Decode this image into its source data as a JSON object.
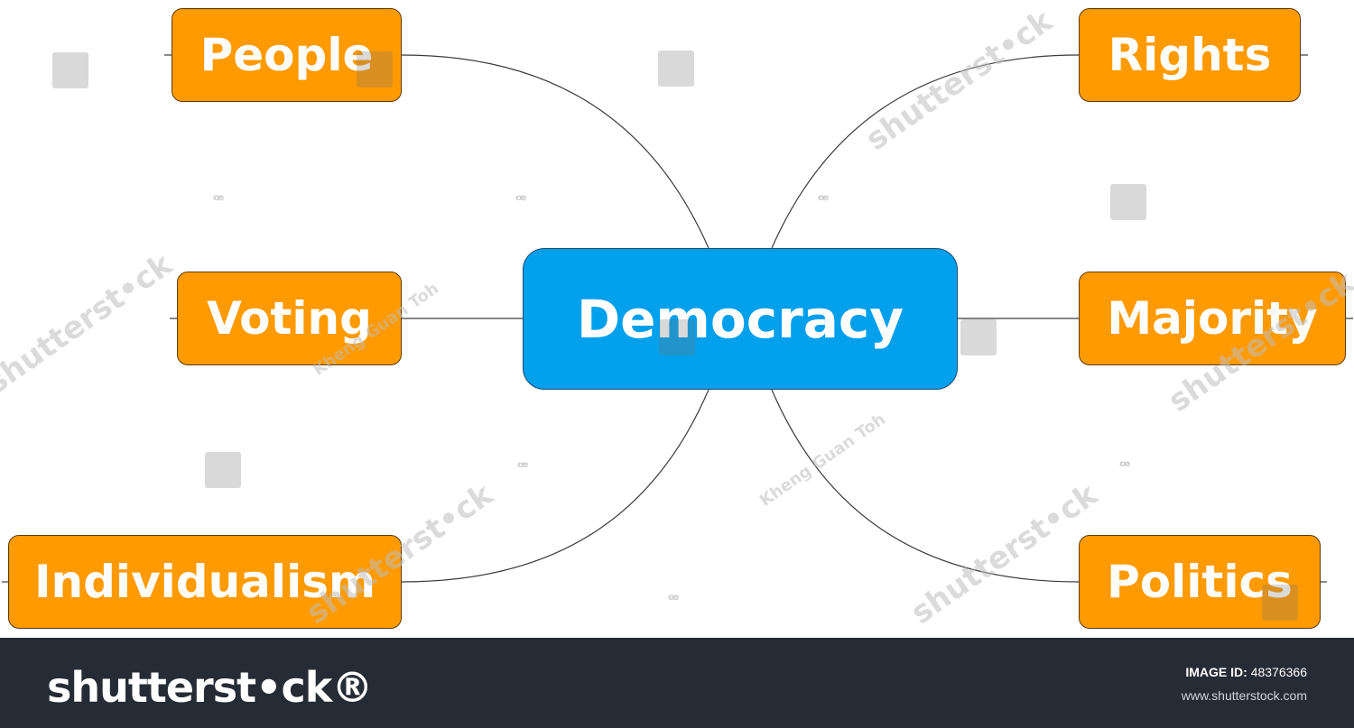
{
  "diagram": {
    "center": {
      "label": "Democracy",
      "color": "#00a0ec"
    },
    "nodes": [
      {
        "label": "People"
      },
      {
        "label": "Voting"
      },
      {
        "label": "Individualism"
      },
      {
        "label": "Rights"
      },
      {
        "label": "Majority"
      },
      {
        "label": "Politics"
      }
    ],
    "node_color": "#ff9a00"
  },
  "watermarks": {
    "author": "Kheng Guan Toh",
    "stock_mark": "shutterst•ck"
  },
  "footer": {
    "brand": "shutterst•ck®",
    "image_id_label": "IMAGE ID:",
    "image_id_value": "48376366",
    "site": "www.shutterstock.com"
  }
}
